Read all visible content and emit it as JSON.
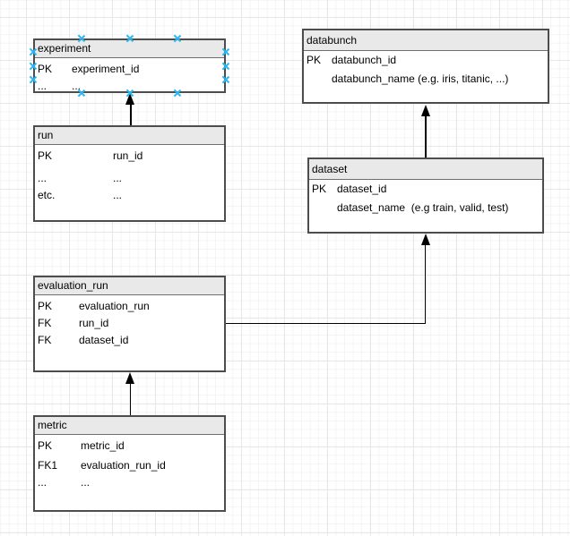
{
  "colors": {
    "selection_handle": "#29b6f2",
    "table_border": "#4d4d4d",
    "table_header_fill": "#e9e9e9",
    "connector": "#000000",
    "grid_minor": "#f4f4f4",
    "grid_major": "#e7e7e7",
    "canvas_background": "#ffffff"
  },
  "tables": [
    {
      "title": "experiment",
      "selected": true,
      "rows": [
        {
          "key": "PK",
          "value": "experiment_id"
        },
        {
          "key": "...",
          "value": "..."
        }
      ]
    },
    {
      "title": "run",
      "selected": false,
      "rows": [
        {
          "key": "PK",
          "value": "run_id"
        },
        {
          "key": "...",
          "value": "..."
        },
        {
          "key": "etc.",
          "value": "..."
        }
      ]
    },
    {
      "title": "evaluation_run",
      "selected": false,
      "rows": [
        {
          "key": "PK",
          "value": "evaluation_run"
        },
        {
          "key": "FK",
          "value": "run_id"
        },
        {
          "key": "FK",
          "value": "dataset_id"
        }
      ]
    },
    {
      "title": "metric",
      "selected": false,
      "rows": [
        {
          "key": "PK",
          "value": "metric_id"
        },
        {
          "key": "FK1",
          "value": "evaluation_run_id"
        },
        {
          "key": "...",
          "value": "..."
        }
      ]
    },
    {
      "title": "databunch",
      "selected": false,
      "rows": [
        {
          "key": "PK",
          "value": "databunch_id"
        },
        {
          "key": "",
          "value": "databunch_name (e.g. iris, titanic, ...)"
        }
      ]
    },
    {
      "title": "dataset",
      "selected": false,
      "rows": [
        {
          "key": "PK",
          "value": "dataset_id"
        },
        {
          "key": "",
          "value": "dataset_name  (e.g train, valid, test)"
        }
      ]
    }
  ],
  "relationships": [
    {
      "from": "run",
      "to": "experiment"
    },
    {
      "from": "metric",
      "to": "evaluation_run"
    },
    {
      "from": "evaluation_run",
      "to": "dataset"
    },
    {
      "from": "dataset",
      "to": "databunch"
    }
  ]
}
